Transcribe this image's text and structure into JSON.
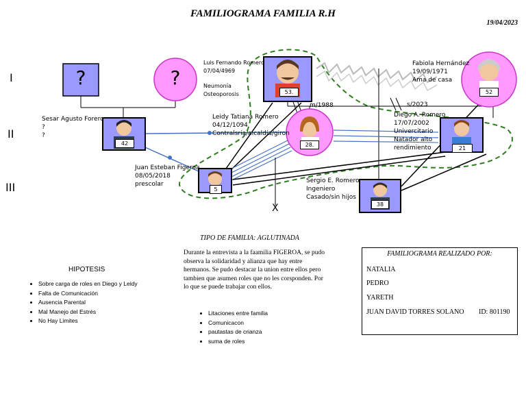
{
  "header": {
    "title": "FAMILIOGRAMA FAMILIA R.H",
    "date": "19/04/2023"
  },
  "generations": [
    "I",
    "II",
    "III"
  ],
  "persons": {
    "unknown_male": {
      "symbol": "?"
    },
    "unknown_female": {
      "symbol": "?"
    },
    "luis": {
      "name": "Luis Fernando Romero",
      "birth": "07/04/4969",
      "note1": "Neumonía",
      "note2": "Osteoporosis",
      "age": "53."
    },
    "fabiola": {
      "name": "Fabiola Hernández",
      "birth": "19/09/1971",
      "note": "Ama de casa",
      "age": "52"
    },
    "sesar": {
      "name": "Sesar Agusto Forero",
      "q1": "?",
      "q2": "?",
      "age": "42"
    },
    "leidy": {
      "name": "Leidy Tatiana Romero",
      "birth": "04/12/1094",
      "note": "Contralsria/alcaldía/giron",
      "age": "28."
    },
    "diego": {
      "name": "Diego A. Romero",
      "birth": "17/07/2002",
      "note1": "Univercitario",
      "note2": "Natador alto",
      "note3": "rendimiento",
      "age": "21"
    },
    "juan": {
      "name": "Juan Esteban Figeroa",
      "birth": "08/05/2018",
      "note": "prescolar",
      "age": "5"
    },
    "sergio": {
      "name": "Sergio E. Romero",
      "note1": "Ingeniero",
      "note2": "Casado/sin hijos",
      "age": "38"
    }
  },
  "relations": {
    "marriage": "m/1988",
    "separation": "s/2023",
    "x_mark": "X"
  },
  "tipo": {
    "title": "TIPO DE FAMILIA: AGLUTINADA",
    "text": "Durante la entrevista a la faamilia FIGEROA, se pudo observa la solidaridad y alianza que hay entre hermanos. Se pudo destacar la union entre ellos pero tambien que asumen roles que no les corsponden. Por lo que se puede trabajar con ellos.",
    "items": [
      "Litaciones entre familia",
      "Comunicacon",
      "pautastas de crianza",
      "suma de roles"
    ]
  },
  "hipotesis": {
    "title": "HIPOTESIS",
    "items": [
      "Sobre carga de roles en Diego y Leidy",
      "Falta de Comunicación",
      "Ausencia Parental",
      "Mal Manejo del Estrés",
      "No Hay Limites"
    ]
  },
  "made_by": {
    "title": "FAMILIOGRAMA REALIZADO POR:",
    "names": [
      "NATALIA",
      "PEDRO",
      "YARETH",
      "JUAN DAVID TORRES SOLANO"
    ],
    "id": "ID: 801190"
  },
  "colors": {
    "male_fill": "#9999ff",
    "female_fill": "#ff99ff",
    "female_stroke": "#cc33cc",
    "boundary": "#2e7d1e",
    "blue_line": "#4472c4"
  }
}
